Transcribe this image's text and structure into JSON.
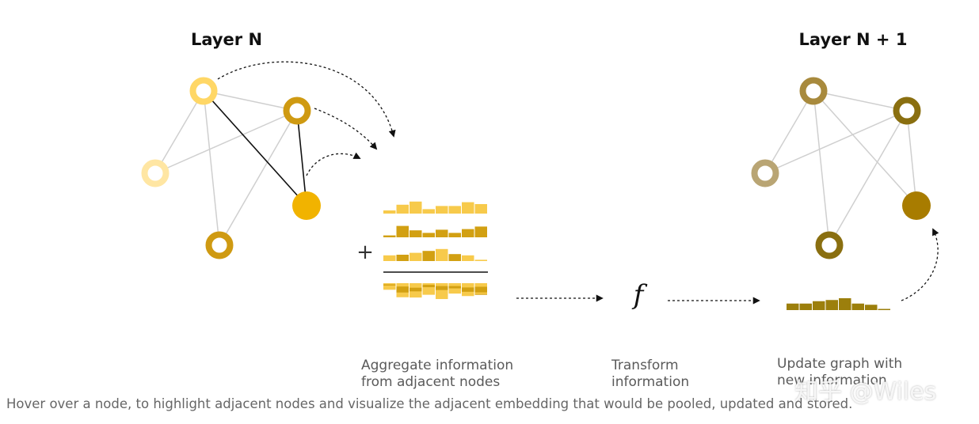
{
  "titles": {
    "layer_n": "Layer N",
    "layer_n_plus_1": "Layer N + 1"
  },
  "operators": {
    "plus": "+",
    "function": "f"
  },
  "captions": {
    "aggregate_line1": "Aggregate information",
    "aggregate_line2": "from adjacent nodes",
    "transform_line1": "Transform",
    "transform_line2": "information",
    "update_line1": "Update graph with",
    "update_line2": "new information"
  },
  "footer": "Hover over a node, to highlight adjacent nodes and visualize the adjacent embedding that would be pooled, updated and stored.",
  "watermark": "知乎 @Wiles",
  "colors": {
    "node_pale": "#FFE6A3",
    "node_light": "#FFD766",
    "node_mid": "#CF9A12",
    "node_target": "#F1B300",
    "new_node_light": "#B9A574",
    "new_node_mid": "#A88A3D",
    "new_node_dark": "#8A6F10",
    "new_node_target": "#A87C00",
    "edge": "#cfcfcf",
    "highlight_edge": "#111111",
    "bar_light": "#F7CA4B",
    "bar_mid": "#D2A012",
    "bar_dark": "#A88A0A",
    "output_bar": "#9C7F0C"
  },
  "embeddings": {
    "neighbor_1": [
      0.25,
      0.7,
      0.95,
      0.35,
      0.6,
      0.6,
      0.9,
      0.75
    ],
    "neighbor_2": [
      0.15,
      0.9,
      0.55,
      0.35,
      0.6,
      0.35,
      0.65,
      0.85
    ],
    "neighbor_3": [
      0.45,
      0.5,
      0.65,
      0.8,
      0.95,
      0.55,
      0.45,
      0.1
    ],
    "output": [
      0.55,
      0.55,
      0.75,
      0.85,
      1.0,
      0.55,
      0.45,
      0.1
    ]
  }
}
